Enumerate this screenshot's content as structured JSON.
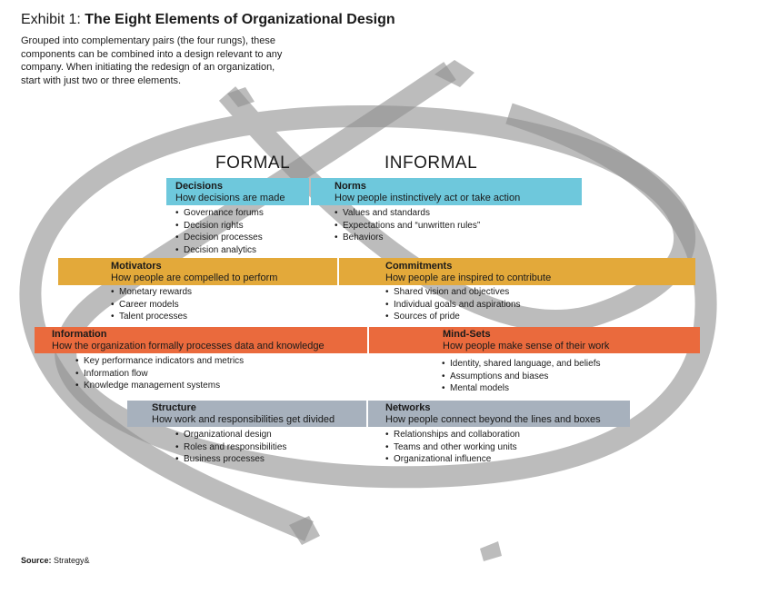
{
  "header": {
    "exhibit": "Exhibit 1: ",
    "title": "The Eight Elements of Organizational Design",
    "intro": "Grouped into complementary pairs (the four rungs), these components can be combined into a design relevant to any company. When initiating the redesign of an organization, start with just two or three elements."
  },
  "columns": {
    "formal": "FORMAL",
    "informal": "INFORMAL"
  },
  "colors": {
    "decisions_norms": "#6ec8dc",
    "motivators_commitments": "#e3a93a",
    "information_mindsets": "#ea6a3d",
    "structure_networks": "#a7b1bd",
    "helix": "#9a9a9a"
  },
  "rungs": [
    {
      "formal": {
        "name": "Decisions",
        "desc": "How decisions are made",
        "items": [
          "Governance forums",
          "Decision rights",
          "Decision processes",
          "Decision analytics"
        ]
      },
      "informal": {
        "name": "Norms",
        "desc": "How people instinctively act or take action",
        "items": [
          "Values and standards",
          "Expectations and “unwritten rules”",
          "Behaviors"
        ]
      }
    },
    {
      "formal": {
        "name": "Motivators",
        "desc": "How people are compelled to perform",
        "items": [
          "Monetary rewards",
          "Career models",
          "Talent processes"
        ]
      },
      "informal": {
        "name": "Commitments",
        "desc": "How people are inspired to contribute",
        "items": [
          "Shared vision and objectives",
          "Individual goals and aspirations",
          "Sources of pride"
        ]
      }
    },
    {
      "formal": {
        "name": "Information",
        "desc": "How the organization formally processes data and knowledge",
        "items": [
          "Key performance indicators and metrics",
          "Information flow",
          "Knowledge management systems"
        ]
      },
      "informal": {
        "name": "Mind-Sets",
        "desc": "How people make sense of their work",
        "items": [
          "Identity, shared language, and beliefs",
          "Assumptions and biases",
          "Mental models"
        ]
      }
    },
    {
      "formal": {
        "name": "Structure",
        "desc": "How work and responsibilities get divided",
        "items": [
          "Organizational design",
          "Roles and responsibilities",
          "Business processes"
        ]
      },
      "informal": {
        "name": "Networks",
        "desc": "How people connect beyond the lines and boxes",
        "items": [
          "Relationships and collaboration",
          "Teams and other working units",
          "Organizational influence"
        ]
      }
    }
  ],
  "source": {
    "label": "Source:",
    "value": " Strategy&"
  }
}
